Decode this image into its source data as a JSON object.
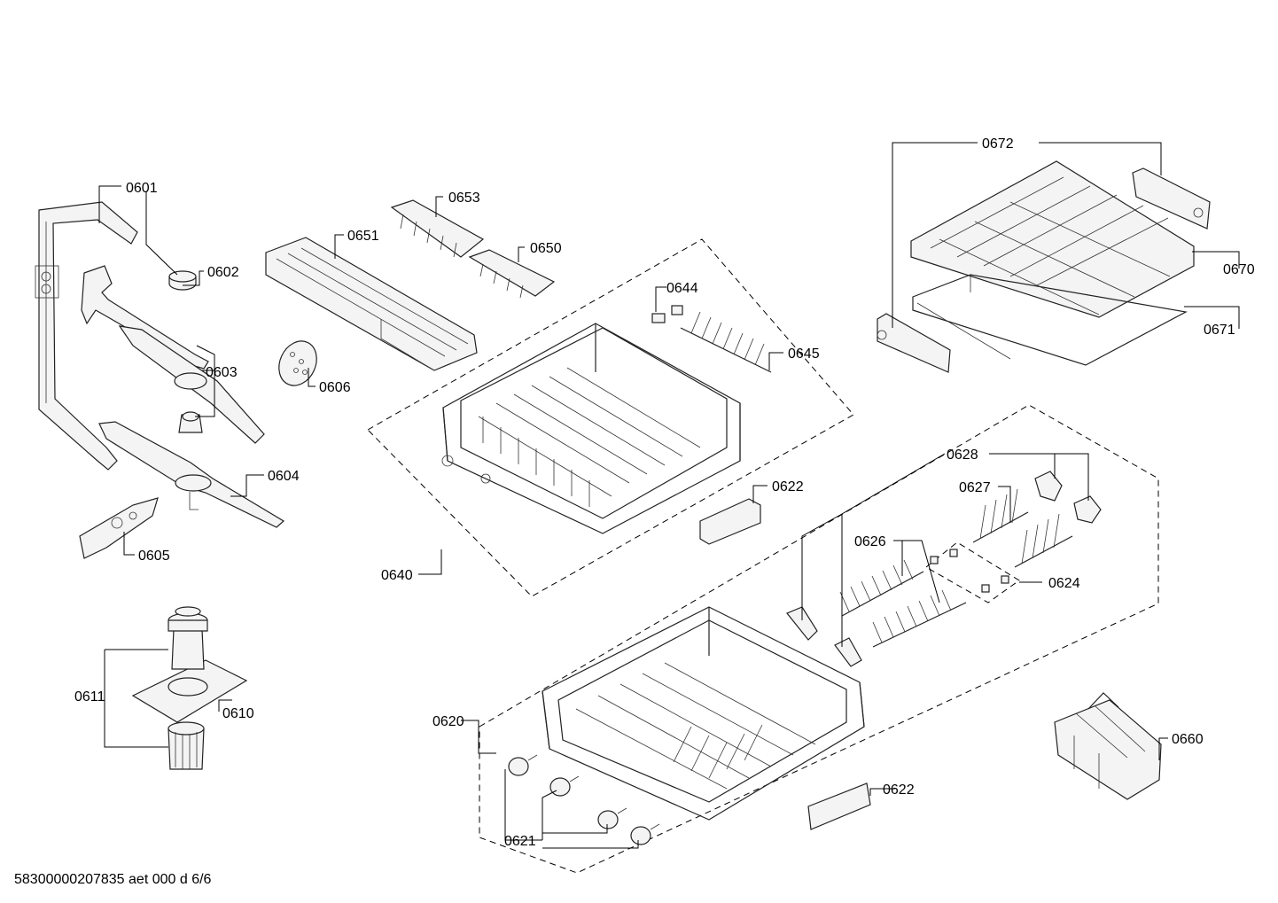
{
  "document_id": "58300000207835 aet 000 d 6/6",
  "labels": {
    "p0601": "0601",
    "p0602": "0602",
    "p0603": "0603",
    "p0604": "0604",
    "p0605": "0605",
    "p0606": "0606",
    "p0610": "0610",
    "p0611": "0611",
    "p0620": "0620",
    "p0621": "0621",
    "p0622a": "0622",
    "p0622b": "0622",
    "p0624": "0624",
    "p0626": "0626",
    "p0627": "0627",
    "p0628": "0628",
    "p0640": "0640",
    "p0644": "0644",
    "p0645": "0645",
    "p0650": "0650",
    "p0651": "0651",
    "p0653": "0653",
    "p0660": "0660",
    "p0670": "0670",
    "p0671": "0671",
    "p0672": "0672"
  }
}
